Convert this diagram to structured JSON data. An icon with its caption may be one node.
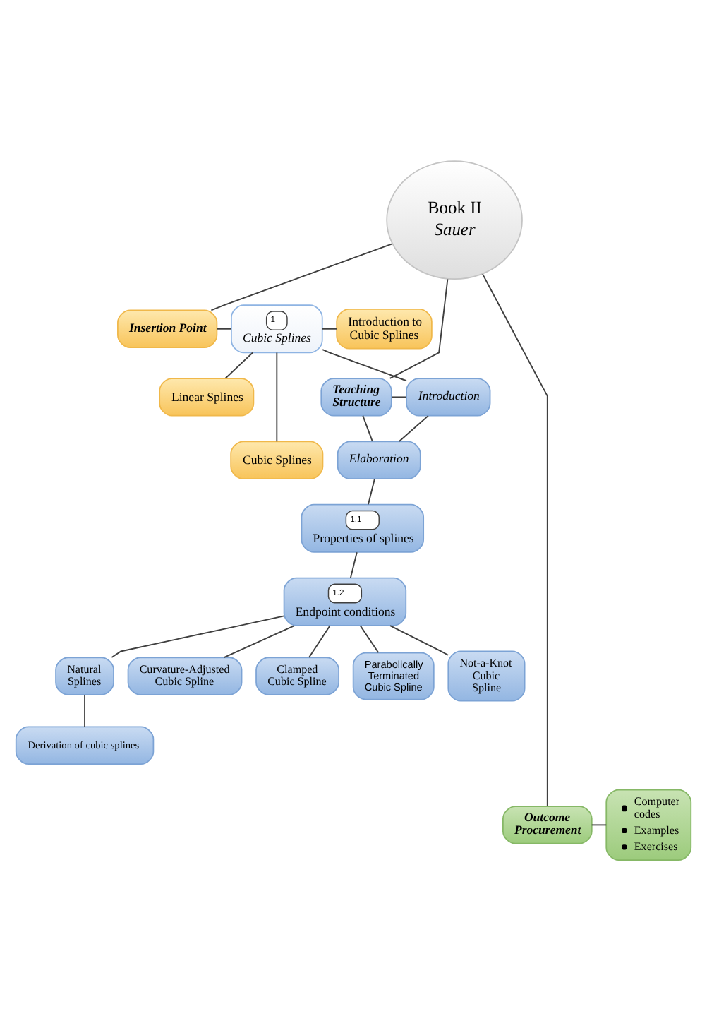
{
  "diagram": {
    "nodes": [
      {
        "text": [
          "Book II",
          "Sauer"
        ]
      },
      {
        "text": [
          "Introduction to Cubic Splines"
        ]
      },
      {
        "text": [
          "Insertion Point"
        ]
      },
      {
        "text": [
          "1",
          "Cubic Splines"
        ]
      },
      {
        "text": [
          "Linear Splines"
        ]
      },
      {
        "text": [
          "Cubic Splines"
        ]
      },
      {
        "text": [
          "Introduction"
        ]
      },
      {
        "text": [
          "Teaching Structure"
        ]
      },
      {
        "text": [
          "Elaboration"
        ]
      },
      {
        "text": [
          "1.1",
          "Properties of splines"
        ]
      },
      {
        "text": [
          "1.2",
          "Endpoint conditions"
        ]
      },
      {
        "text": [
          "Natural Splines"
        ]
      },
      {
        "text": [
          "Curvature-Adjusted Cubic Spline"
        ]
      },
      {
        "text": [
          "Clamped Cubic Spline"
        ]
      },
      {
        "text": [
          "Parabolically Terminated Cubic Spline"
        ]
      },
      {
        "text": [
          "Not-a-Knot Cubic Spline"
        ]
      },
      {
        "text": [
          "Derivation of cubic splines"
        ]
      },
      {
        "text": [
          "Outcome Procurement"
        ]
      },
      {
        "text": [
          "Computer codes",
          "Examples",
          "Exercises"
        ]
      }
    ],
    "edges": [
      {
        "from": 0,
        "to": 2,
        "arrow": "none"
      },
      {
        "from": 0,
        "to": 7,
        "arrow": "none"
      },
      {
        "from": 0,
        "to": 17,
        "arrow": "none"
      },
      {
        "from": 2,
        "to": 3,
        "arrow": "none"
      },
      {
        "from": 3,
        "to": 1,
        "arrow": "none"
      },
      {
        "from": 3,
        "to": 4,
        "arrow": "none"
      },
      {
        "from": 3,
        "to": 5,
        "arrow": "none"
      },
      {
        "from": 3,
        "to": 6,
        "arrow": "none"
      },
      {
        "from": 7,
        "to": 6,
        "arrow": "none"
      },
      {
        "from": 7,
        "to": 8,
        "arrow": "none"
      },
      {
        "from": 6,
        "to": 8,
        "arrow": "none"
      },
      {
        "from": 8,
        "to": 9,
        "arrow": "none"
      },
      {
        "from": 9,
        "to": 10,
        "arrow": "none"
      },
      {
        "from": 10,
        "to": 11,
        "arrow": "none"
      },
      {
        "from": 10,
        "to": 12,
        "arrow": "none"
      },
      {
        "from": 10,
        "to": 13,
        "arrow": "none"
      },
      {
        "from": 10,
        "to": 14,
        "arrow": "none"
      },
      {
        "from": 10,
        "to": 15,
        "arrow": "none"
      },
      {
        "from": 11,
        "to": 16,
        "arrow": "none"
      },
      {
        "from": 17,
        "to": 18,
        "arrow": "none"
      }
    ]
  }
}
